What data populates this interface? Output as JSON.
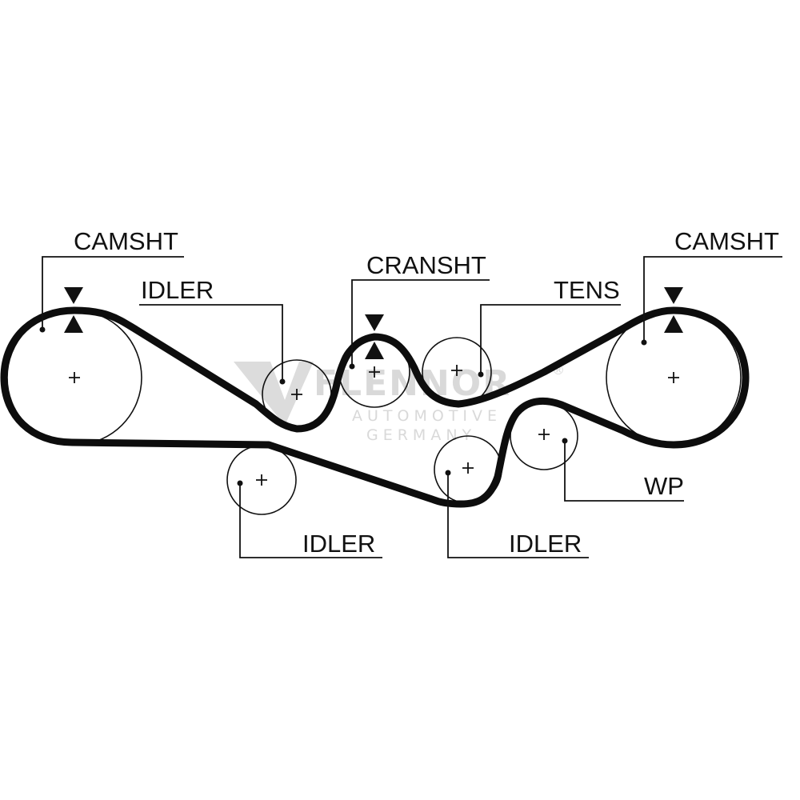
{
  "labels": {
    "camshaft_left": "CAMSHT",
    "idler_upper": "IDLER",
    "crankshaft": "CRANSHT",
    "tensioner": "TENS",
    "camshaft_right": "CAMSHT",
    "idler_lower_left": "IDLER",
    "idler_lower_right": "IDLER",
    "water_pump": "WP"
  },
  "watermark": {
    "brand": "FLENNOR",
    "registered": "®",
    "line1": "AUTOMOTIVE",
    "line2": "GERMANY",
    "logo_icon": "flennor-v-logo-icon"
  },
  "colors": {
    "ink": "#111111",
    "belt": "#0d0d0d",
    "watermark": "#d9d9d9",
    "background": "#ffffff"
  }
}
